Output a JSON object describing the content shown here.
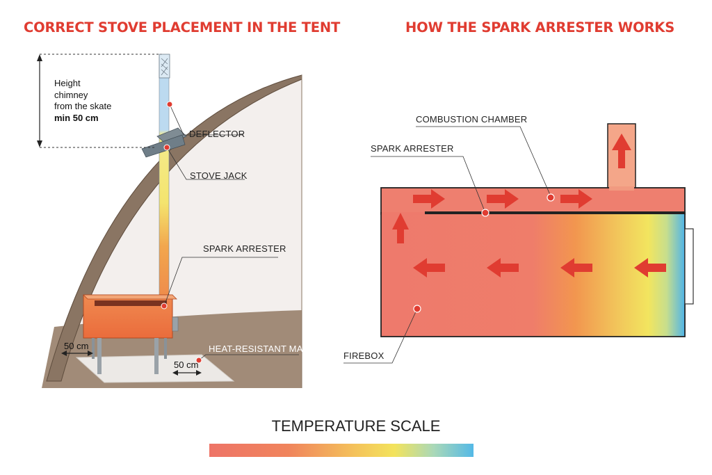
{
  "headings": {
    "left": "CORRECT STOVE PLACEMENT IN THE TENT",
    "right": "HOW THE SPARK ARRESTER WORKS"
  },
  "left_diagram": {
    "height_note": {
      "line1": "Height",
      "line2": "chimney",
      "line3": "from the skate",
      "line4": "min 50 cm"
    },
    "labels": {
      "deflector": "DEFLECTOR",
      "stove_jack": "STOVE JACK",
      "spark_arrester": "SPARK ARRESTER",
      "heat_resistant_mat": "HEAT-RESISTANT MAT"
    },
    "dimensions": {
      "side_clearance": "50 cm",
      "front_clearance": "50 cm"
    }
  },
  "right_diagram": {
    "labels": {
      "combustion_chamber": "COMBUSTION CHAMBER",
      "spark_arrester": "SPARK ARRESTER",
      "firebox": "FIREBOX"
    }
  },
  "temperature_scale": {
    "title": "TEMPERATURE SCALE"
  },
  "colors": {
    "accent_red": "#e03c31",
    "hot": "#ee7467",
    "orange": "#f28a4e",
    "yellow": "#f3e35c",
    "cold": "#54b9e6",
    "tent_brown": "#8a7563",
    "ground": "#a18b78"
  }
}
